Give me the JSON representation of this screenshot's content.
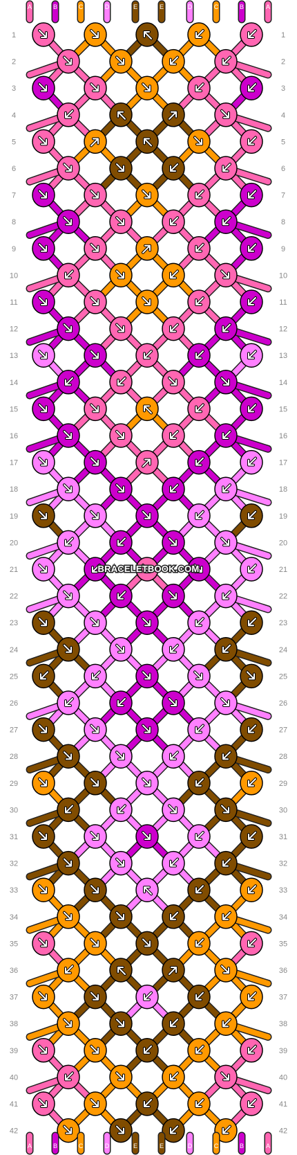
{
  "watermark": "BRACELETBOOK.COM",
  "palette": {
    "A": "#ff66b2",
    "B": "#cc00cc",
    "C": "#ff9900",
    "D": "#ff80ff",
    "E": "#804c00"
  },
  "strands_top": [
    "A",
    "B",
    "C",
    "D",
    "E",
    "E",
    "D",
    "C",
    "B",
    "A"
  ],
  "strands_bottom": [
    "A",
    "B",
    "C",
    "D",
    "E",
    "E",
    "D",
    "C",
    "B",
    "A"
  ],
  "rows": [
    "1",
    "2",
    "3",
    "4",
    "5",
    "6",
    "7",
    "8",
    "9",
    "10",
    "11",
    "12",
    "13",
    "14",
    "15",
    "16",
    "17",
    "18",
    "19",
    "20",
    "21",
    "22",
    "23",
    "24",
    "25",
    "26",
    "27",
    "28",
    "29",
    "30",
    "31",
    "32",
    "33",
    "34",
    "35",
    "36",
    "37",
    "38",
    "39",
    "40",
    "41",
    "42"
  ],
  "knots": [
    {
      "row": 1,
      "cells": [
        "A",
        "C",
        "E",
        "C",
        "A"
      ]
    },
    {
      "row": 2,
      "cells": [
        "A",
        "C",
        "C",
        "A"
      ]
    },
    {
      "row": 3,
      "cells": [
        "B",
        "A",
        "C",
        "A",
        "B"
      ]
    },
    {
      "row": 4,
      "cells": [
        "A",
        "E",
        "E",
        "A"
      ]
    },
    {
      "row": 5,
      "cells": [
        "A",
        "C",
        "E",
        "C",
        "A"
      ]
    },
    {
      "row": 6,
      "cells": [
        "A",
        "E",
        "E",
        "A"
      ]
    },
    {
      "row": 7,
      "cells": [
        "B",
        "A",
        "C",
        "A",
        "B"
      ]
    },
    {
      "row": 8,
      "cells": [
        "B",
        "A",
        "A",
        "B"
      ]
    },
    {
      "row": 9,
      "cells": [
        "B",
        "A",
        "C",
        "A",
        "B"
      ]
    },
    {
      "row": 10,
      "cells": [
        "A",
        "C",
        "C",
        "A"
      ]
    },
    {
      "row": 11,
      "cells": [
        "B",
        "A",
        "C",
        "A",
        "B"
      ]
    },
    {
      "row": 12,
      "cells": [
        "B",
        "A",
        "A",
        "B"
      ]
    },
    {
      "row": 13,
      "cells": [
        "D",
        "B",
        "A",
        "B",
        "D"
      ]
    },
    {
      "row": 14,
      "cells": [
        "B",
        "A",
        "A",
        "B"
      ]
    },
    {
      "row": 15,
      "cells": [
        "B",
        "A",
        "C",
        "A",
        "B"
      ]
    },
    {
      "row": 16,
      "cells": [
        "B",
        "A",
        "A",
        "B"
      ]
    },
    {
      "row": 17,
      "cells": [
        "D",
        "B",
        "A",
        "B",
        "D"
      ]
    },
    {
      "row": 18,
      "cells": [
        "D",
        "B",
        "B",
        "D"
      ]
    },
    {
      "row": 19,
      "cells": [
        "E",
        "D",
        "B",
        "D",
        "E"
      ]
    },
    {
      "row": 20,
      "cells": [
        "D",
        "B",
        "B",
        "D"
      ]
    },
    {
      "row": 21,
      "cells": [
        "D",
        "B",
        "A",
        "B",
        "D"
      ]
    },
    {
      "row": 22,
      "cells": [
        "D",
        "B",
        "B",
        "D"
      ]
    },
    {
      "row": 23,
      "cells": [
        "E",
        "D",
        "B",
        "D",
        "E"
      ]
    },
    {
      "row": 24,
      "cells": [
        "E",
        "D",
        "D",
        "E"
      ]
    },
    {
      "row": 25,
      "cells": [
        "E",
        "D",
        "B",
        "D",
        "E"
      ]
    },
    {
      "row": 26,
      "cells": [
        "D",
        "B",
        "B",
        "D"
      ]
    },
    {
      "row": 27,
      "cells": [
        "E",
        "D",
        "B",
        "D",
        "E"
      ]
    },
    {
      "row": 28,
      "cells": [
        "E",
        "D",
        "D",
        "E"
      ]
    },
    {
      "row": 29,
      "cells": [
        "C",
        "E",
        "D",
        "E",
        "C"
      ]
    },
    {
      "row": 30,
      "cells": [
        "E",
        "D",
        "D",
        "E"
      ]
    },
    {
      "row": 31,
      "cells": [
        "E",
        "D",
        "B",
        "D",
        "E"
      ]
    },
    {
      "row": 32,
      "cells": [
        "E",
        "D",
        "D",
        "E"
      ]
    },
    {
      "row": 33,
      "cells": [
        "C",
        "E",
        "D",
        "E",
        "C"
      ]
    },
    {
      "row": 34,
      "cells": [
        "C",
        "E",
        "E",
        "C"
      ]
    },
    {
      "row": 35,
      "cells": [
        "A",
        "C",
        "E",
        "C",
        "A"
      ]
    },
    {
      "row": 36,
      "cells": [
        "C",
        "E",
        "E",
        "C"
      ]
    },
    {
      "row": 37,
      "cells": [
        "C",
        "E",
        "D",
        "E",
        "C"
      ]
    },
    {
      "row": 38,
      "cells": [
        "C",
        "E",
        "E",
        "C"
      ]
    },
    {
      "row": 39,
      "cells": [
        "A",
        "C",
        "E",
        "C",
        "A"
      ]
    },
    {
      "row": 40,
      "cells": [
        "A",
        "C",
        "C",
        "A"
      ]
    },
    {
      "row": 41,
      "cells": [
        "A",
        "C",
        "E",
        "C",
        "A"
      ]
    },
    {
      "row": 42,
      "cells": [
        "C",
        "E",
        "E",
        "C"
      ]
    }
  ],
  "arrows": [
    [
      "se",
      "se",
      "nw",
      "sw",
      "sw"
    ],
    [
      "se",
      "se",
      "sw",
      "sw"
    ],
    [
      "e",
      "se",
      "se",
      "sw",
      "w"
    ],
    [
      "sw",
      "nw",
      "ne",
      "se"
    ],
    [
      "e",
      "ne",
      "nw",
      "se",
      "w"
    ],
    [
      "se",
      "se",
      "sw",
      "sw"
    ],
    [
      "se",
      "se",
      "se",
      "sw",
      "sw"
    ],
    [
      "se",
      "se",
      "sw",
      "sw"
    ],
    [
      "e",
      "e",
      "ne",
      "w",
      "w"
    ],
    [
      "w",
      "e",
      "w",
      "e"
    ],
    [
      "e",
      "e",
      "se",
      "sw",
      "w"
    ],
    [
      "se",
      "se",
      "sw",
      "sw"
    ],
    [
      "e",
      "se",
      "sw",
      "sw",
      "w"
    ],
    [
      "sw",
      "sw",
      "se",
      "se"
    ],
    [
      "e",
      "e",
      "nw",
      "w",
      "w"
    ],
    [
      "se",
      "se",
      "sw",
      "sw"
    ],
    [
      "e",
      "se",
      "ne",
      "sw",
      "sw"
    ],
    [
      "se",
      "se",
      "sw",
      "sw"
    ],
    [
      "e",
      "e",
      "se",
      "w",
      "w"
    ],
    [
      "sw",
      "sw",
      "se",
      "se"
    ],
    [
      "e",
      "sw",
      "se",
      "se",
      "w"
    ],
    [
      "se",
      "sw",
      "se",
      "sw"
    ],
    [
      "e",
      "se",
      "se",
      "sw",
      "w"
    ],
    [
      "se",
      "se",
      "sw",
      "sw"
    ],
    [
      "sw",
      "sw",
      "se",
      "se",
      "se"
    ],
    [
      "sw",
      "sw",
      "se",
      "se"
    ],
    [
      "e",
      "e",
      "se",
      "w",
      "w"
    ],
    [
      "se",
      "se",
      "sw",
      "sw"
    ],
    [
      "e",
      "e",
      "se",
      "w",
      "w"
    ],
    [
      "sw",
      "sw",
      "se",
      "se"
    ],
    [
      "e",
      "e",
      "se",
      "w",
      "w"
    ],
    [
      "se",
      "se",
      "sw",
      "sw"
    ],
    [
      "e",
      "e",
      "nw",
      "w",
      "w"
    ],
    [
      "se",
      "se",
      "sw",
      "sw"
    ],
    [
      "se",
      "e",
      "se",
      "sw",
      "sw"
    ],
    [
      "sw",
      "nw",
      "ne",
      "se"
    ],
    [
      "e",
      "e",
      "sw",
      "w",
      "w"
    ],
    [
      "se",
      "se",
      "sw",
      "sw"
    ],
    [
      "e",
      "e",
      "sw",
      "w",
      "w"
    ],
    [
      "w",
      "e",
      "w",
      "e"
    ],
    [
      "e",
      "e",
      "sw",
      "w",
      "w"
    ],
    [
      "se",
      "se",
      "sw",
      "sw"
    ]
  ]
}
